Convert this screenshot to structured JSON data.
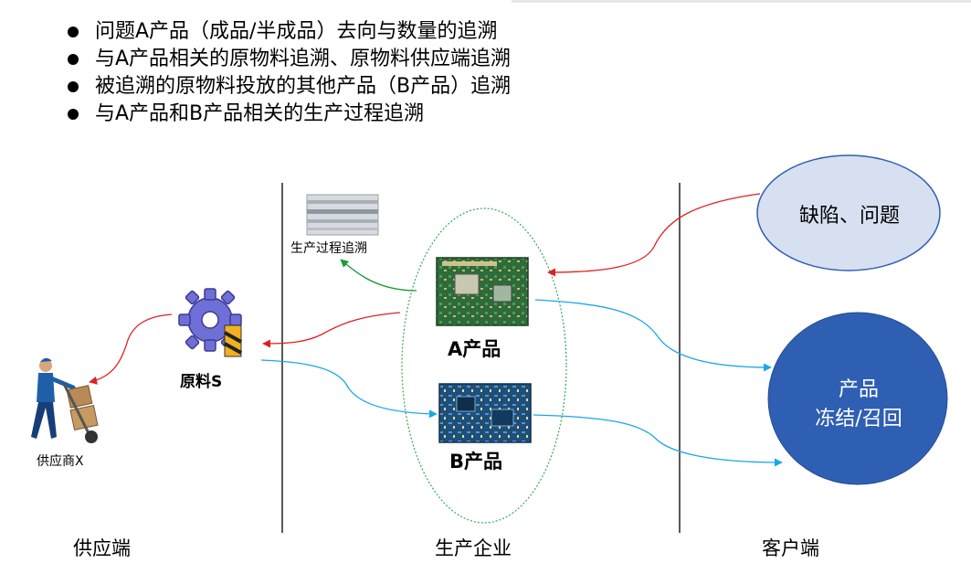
{
  "bullets": [
    "问题A产品（成品/半成品）去向与数量的追溯",
    "与A产品相关的原物料追溯、原物料供应端追溯",
    "被追溯的原物料投放的其他产品（B产品）追溯",
    "与A产品和B产品相关的生产过程追溯"
  ],
  "columns": {
    "supplier": "供应端",
    "factory": "生产企业",
    "customer": "客户端"
  },
  "nodes": {
    "supplier_x": "供应商X",
    "material_s": "原料S",
    "process_trace": "生产过程追溯",
    "product_a": "A产品",
    "product_b": "B产品",
    "defect": "缺陷、问题",
    "freeze_line1": "产品",
    "freeze_line2": "冻结/召回"
  },
  "colors": {
    "arrow_red": "#e02020",
    "arrow_blue": "#1aa7e8",
    "arrow_green": "#1a9a3a",
    "defect_fill": "#d6e0f0",
    "freeze_fill": "#2f5fb3",
    "cluster_border": "#33aa55"
  }
}
